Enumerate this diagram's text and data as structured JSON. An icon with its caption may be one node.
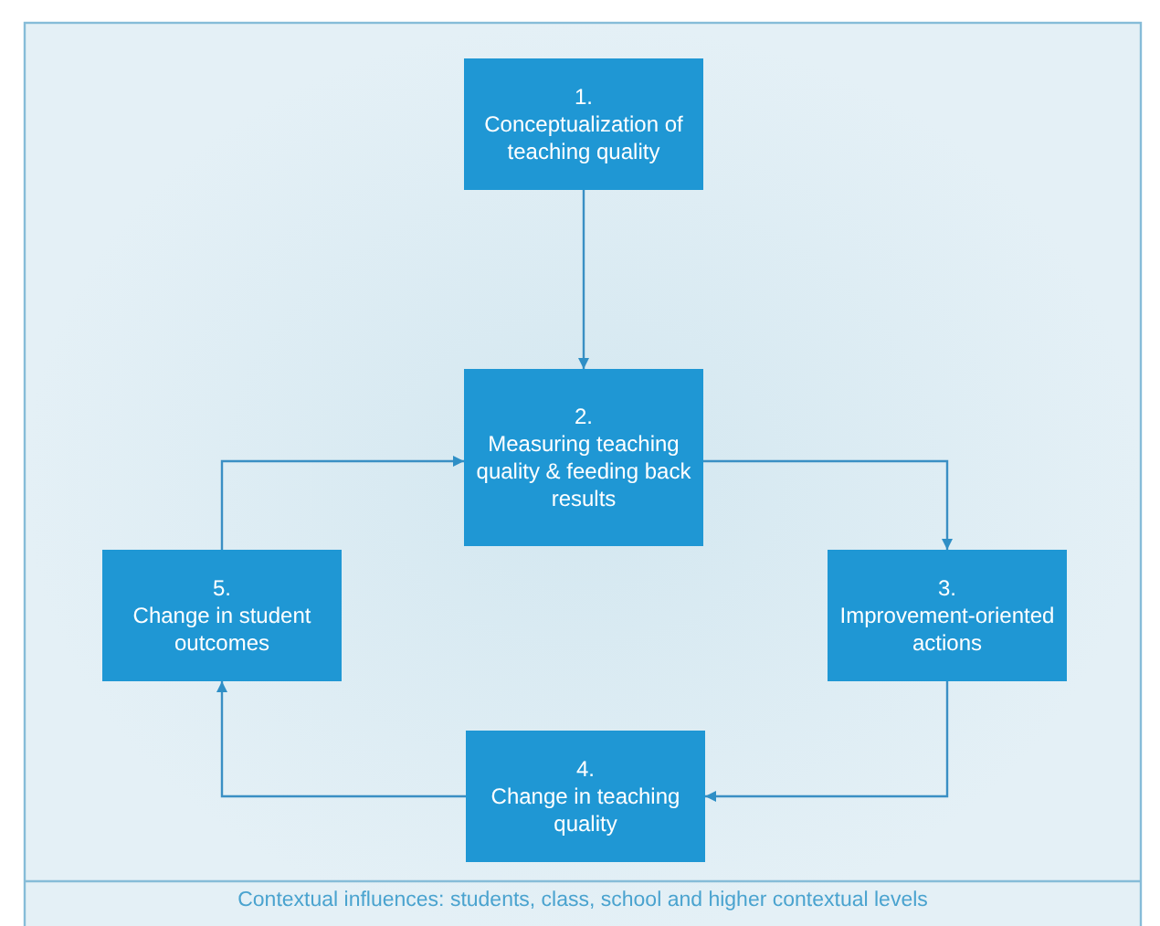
{
  "diagram": {
    "nodes": [
      {
        "text": [
          "1.",
          "Conceptualization of teaching quality"
        ]
      },
      {
        "text": [
          "2.",
          "Measuring teaching quality & feeding back results"
        ]
      },
      {
        "text": [
          "3.",
          "Improvement-oriented actions"
        ]
      },
      {
        "text": [
          "4.",
          "Change in teaching quality"
        ]
      },
      {
        "text": [
          "5.",
          "Change in student outcomes"
        ]
      }
    ],
    "edges": [
      {
        "from": 0,
        "to": 1,
        "arrow": "to"
      },
      {
        "from": 1,
        "to": 2,
        "arrow": "to"
      },
      {
        "from": 2,
        "to": 3,
        "arrow": "to"
      },
      {
        "from": 3,
        "to": 4,
        "arrow": "to"
      },
      {
        "from": 4,
        "to": 1,
        "arrow": "to"
      }
    ],
    "labels": [
      "Contextual influences: students, class, school and higher contextual levels"
    ]
  }
}
